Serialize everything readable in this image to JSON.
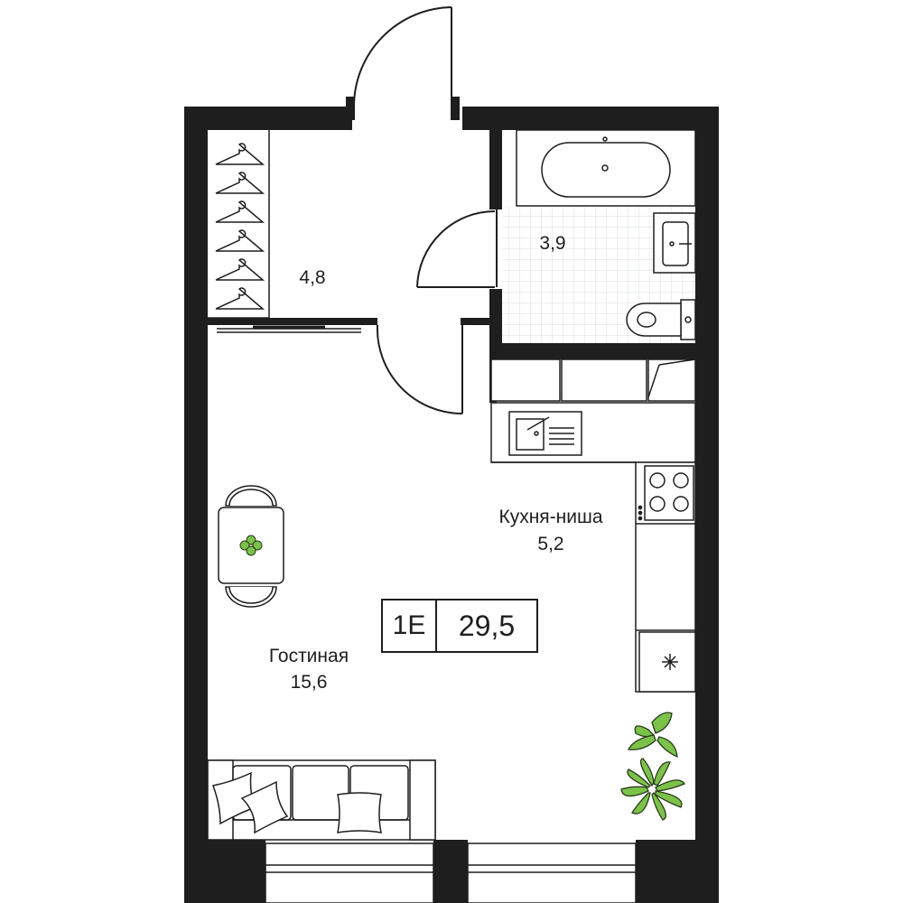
{
  "plan": {
    "type_code": "1E",
    "total_area": "29,5",
    "rooms": {
      "wardrobe": {
        "area": "4,8"
      },
      "bathroom": {
        "area": "3,9"
      },
      "kitchen": {
        "name": "Кухня-ниша",
        "area": "5,2"
      },
      "living": {
        "name": "Гостиная",
        "area": "15,6"
      }
    }
  },
  "colors": {
    "wall": "#1e1e1e",
    "line": "#1e1e1e",
    "tile": "#d9dde0",
    "plant": "#7cc24a",
    "plant_dark": "#2a3a1e"
  },
  "icons": [
    "hanger-icon",
    "bathtub-icon",
    "sink-icon",
    "toilet-icon",
    "stove-icon",
    "fridge-icon",
    "plant-icon",
    "sofa-icon",
    "pillow-icon",
    "dining-table-icon",
    "door-swing-icon"
  ]
}
